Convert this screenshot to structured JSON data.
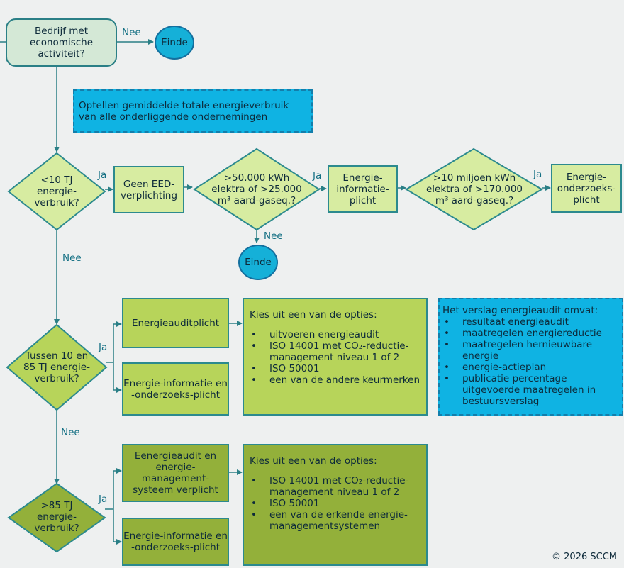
{
  "start": {
    "label": "Bedrijf met economische activiteit?"
  },
  "end": {
    "label": "Einde"
  },
  "sum_note": {
    "text": "Optellen gemiddelde totale energieverbruik van alle onderliggende ondernemingen"
  },
  "labels": {
    "yes": "Ja",
    "no": "Nee"
  },
  "d1": {
    "label": "<10 TJ energie-verbruik?"
  },
  "no_eed": {
    "label": "Geen EED-verplichting"
  },
  "d2": {
    "label": ">50.000 kWh elektra of >25.000 m³ aard-gaseq.?"
  },
  "info_duty": {
    "label": "Energie-informatie-plicht"
  },
  "d3": {
    "label": ">10 miljoen kWh elektra of >170.000 m³ aard-gaseq.?"
  },
  "research_duty": {
    "label": "Energie-onderzoeks-plicht"
  },
  "d4": {
    "label": "Tussen 10 en 85 TJ energie-verbruik?"
  },
  "audit_duty": {
    "label": "Energieauditplicht"
  },
  "info_research_1": {
    "label": "Energie-informatie en -onderzoeks-plicht"
  },
  "options_1": {
    "title": "Kies uit een van de opties:",
    "items": [
      "uitvoeren energieaudit",
      "ISO 14001 met CO₂-reductie-management niveau 1 of 2",
      "ISO 50001",
      "een van de andere keurmerken"
    ]
  },
  "report_note": {
    "title": "Het verslag energieaudit omvat:",
    "items": [
      "resultaat energieaudit",
      "maatregelen energiereductie",
      "maatregelen hernieuwbare energie",
      "energie-actieplan",
      "publicatie percentage uitgevoerde maatregelen in bestuursverslag"
    ]
  },
  "d5": {
    "label": ">85 TJ energie-verbruik?"
  },
  "audit_ems": {
    "label": "Eenergieaudit en energie-management-systeem verplicht"
  },
  "info_research_2": {
    "label": "Energie-informatie en -onderzoeks-plicht"
  },
  "options_2": {
    "title": "Kies uit een van de opties:",
    "items": [
      "ISO 14001 met CO₂-reductie-management niveau 1 of 2",
      "ISO 50001",
      "een van de erkende energie-managementsystemen"
    ]
  },
  "copyright": "© 2026 SCCM",
  "colors": {
    "line": "#2a7f86",
    "oval": "#15b0d8",
    "note": "#0fb3e3",
    "light": "#d7eca1",
    "mid": "#b7d45a",
    "dark": "#93b03a"
  }
}
